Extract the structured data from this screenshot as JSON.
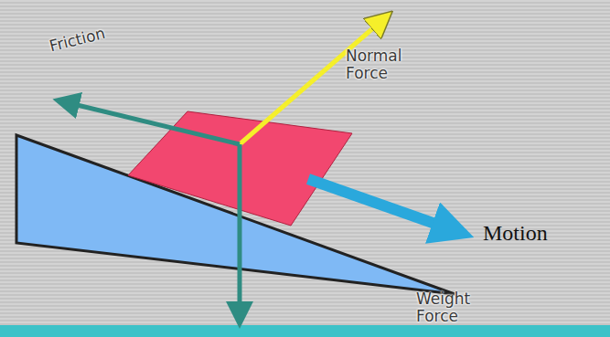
{
  "diagram": {
    "labels": [
      "Friction",
      "Normal Force",
      "Motion",
      "Weight Force"
    ]
  }
}
